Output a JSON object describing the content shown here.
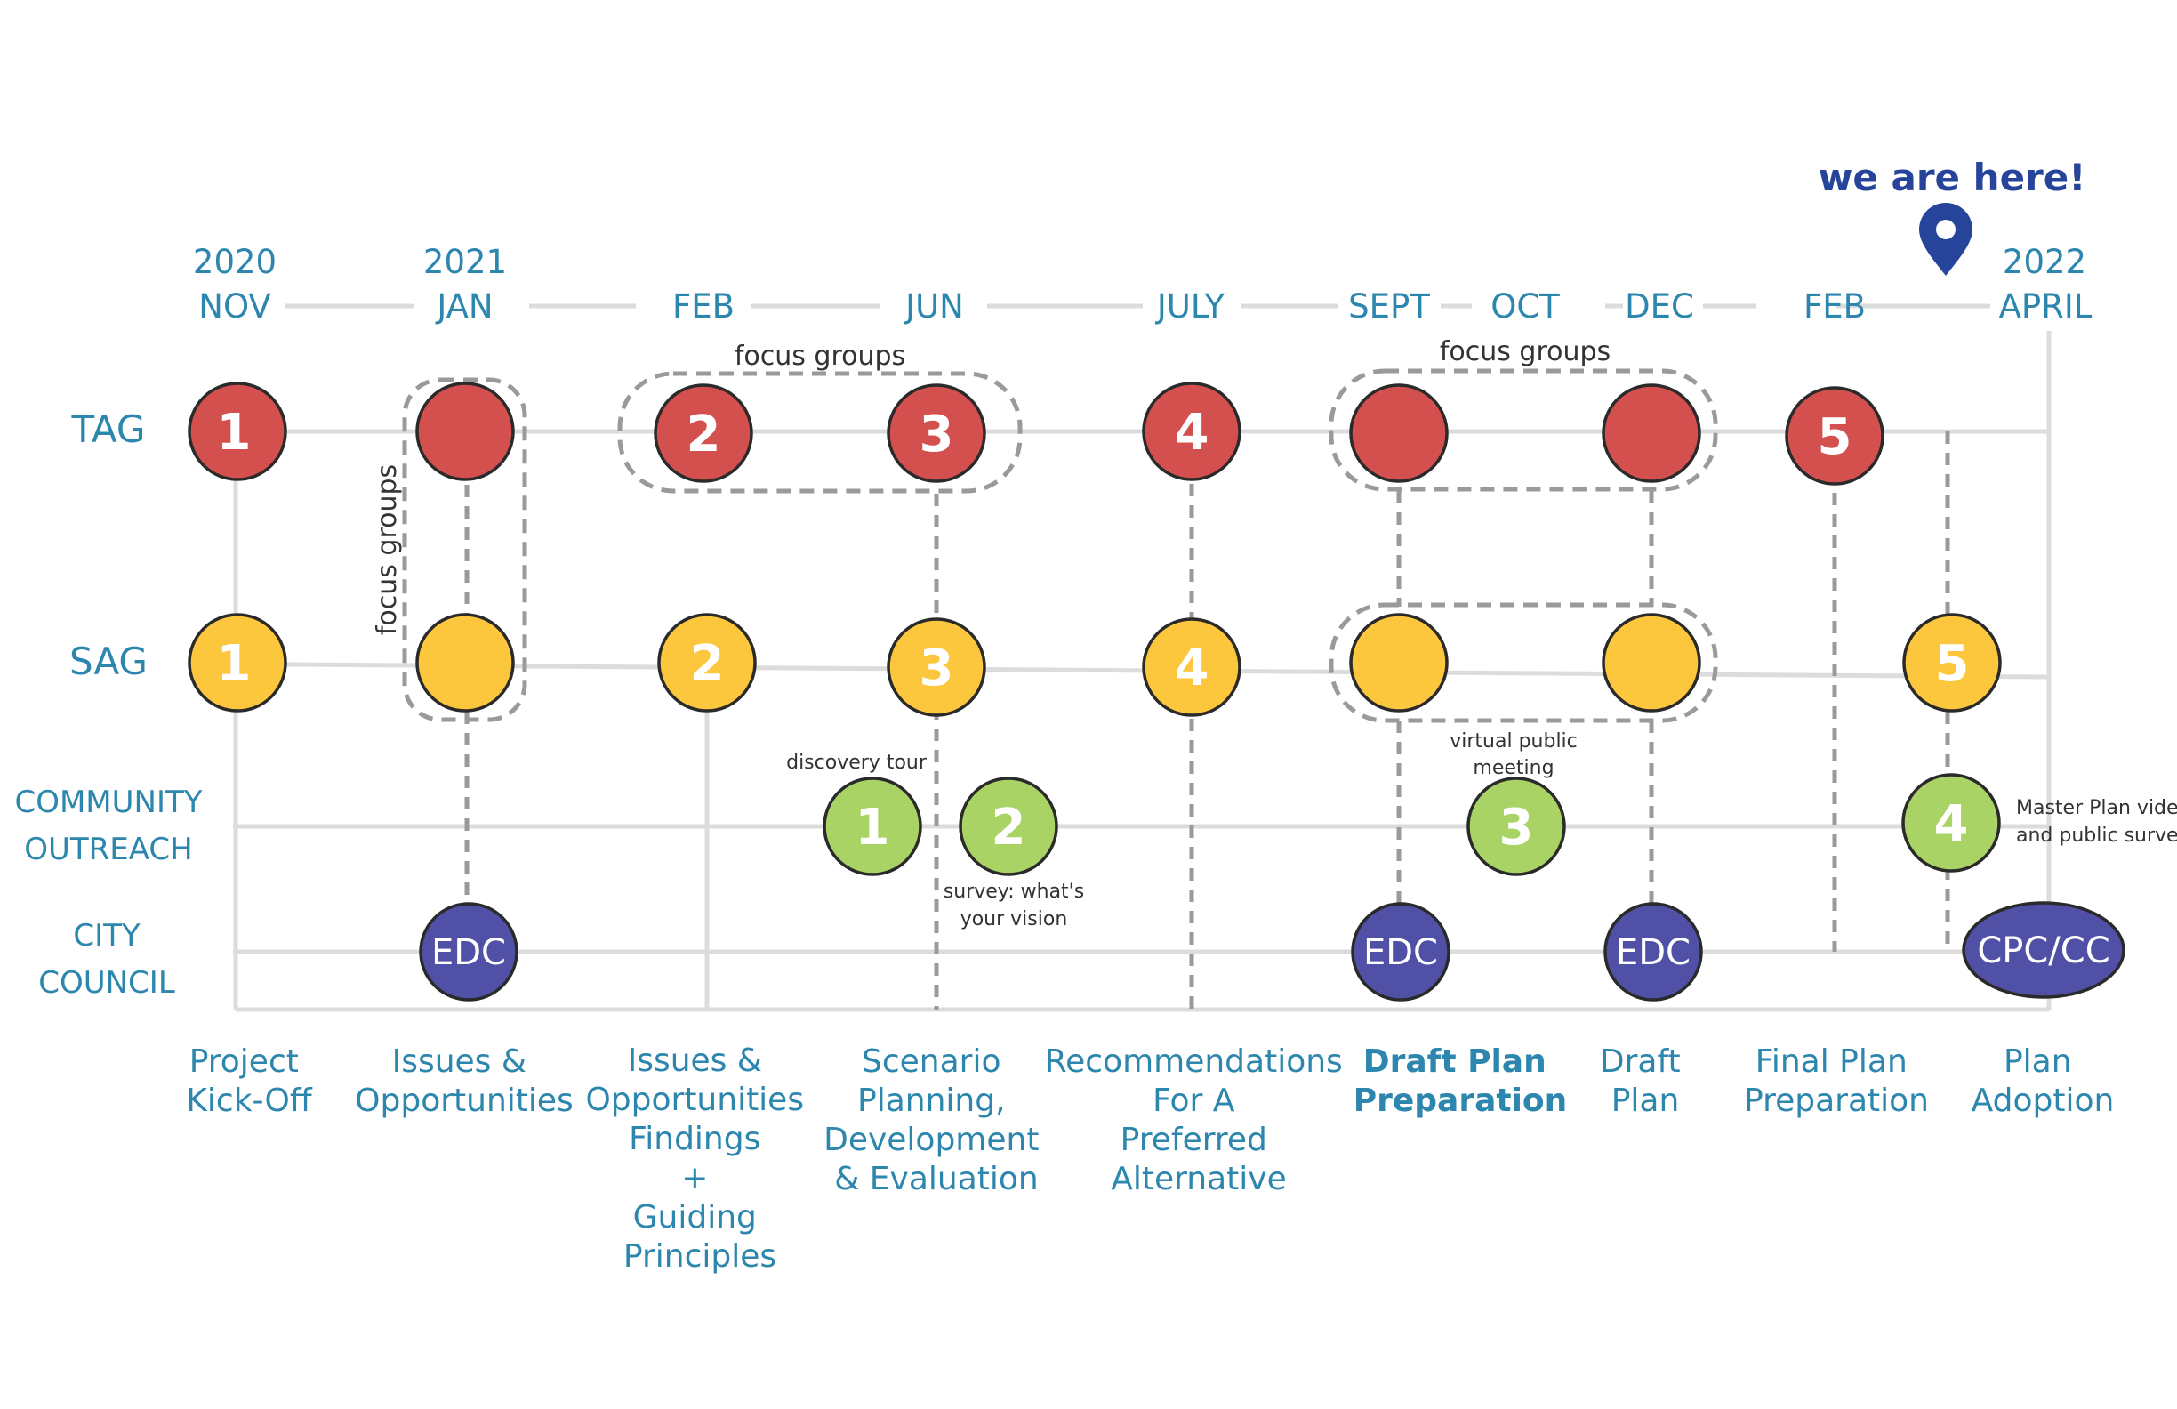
{
  "colors": {
    "tag": "#d4504f",
    "sag": "#fcc73d",
    "community": "#a9d465",
    "council": "#5050a6",
    "text": "#2c86ad",
    "pin": "#26449a"
  },
  "marker": {
    "label": "we are here!",
    "icon": "location-pin-icon"
  },
  "timeline": {
    "year_2020": "2020",
    "year_2021": "2021",
    "year_2022": "2022",
    "months": {
      "nov": "NOV",
      "jan": "JAN",
      "feb1": "FEB",
      "jun": "JUN",
      "july": "JULY",
      "sept": "SEPT",
      "oct": "OCT",
      "dec": "DEC",
      "feb2": "FEB",
      "april": "APRIL"
    }
  },
  "rows": {
    "tag": "TAG",
    "sag": "SAG",
    "community_1": "COMMUNITY",
    "community_2": "OUTREACH",
    "council_1": "CITY",
    "council_2": "COUNCIL"
  },
  "annotations": {
    "focus_groups_left": "focus groups",
    "focus_groups_mid": "focus groups",
    "focus_groups_right": "focus groups",
    "discovery_tour": "discovery tour",
    "survey_1": "survey: what's",
    "survey_2": "your vision",
    "vpm_1": "virtual public",
    "vpm_2": "meeting",
    "video_1": "Master Plan video",
    "video_2": "and public survey"
  },
  "nodes": {
    "tag_1": "1",
    "tag_2": "2",
    "tag_3": "3",
    "tag_4": "4",
    "tag_5": "5",
    "sag_1": "1",
    "sag_2": "2",
    "sag_3": "3",
    "sag_4": "4",
    "sag_5": "5",
    "co_1": "1",
    "co_2": "2",
    "co_3": "3",
    "co_4": "4",
    "cc_jan": "EDC",
    "cc_sept": "EDC",
    "cc_dec": "EDC",
    "cc_april": "CPC/CC"
  },
  "phases": {
    "p1": [
      "Project",
      "Kick-Off"
    ],
    "p2": [
      "Issues &",
      "Opportunities"
    ],
    "p3": [
      "Issues &",
      "Opportunities",
      "Findings",
      "+",
      "Guiding",
      "Principles"
    ],
    "p4": [
      "Scenario",
      "Planning,",
      "Development",
      "& Evaluation"
    ],
    "p5": [
      "Recommendations",
      "For A",
      "Preferred",
      "Alternative"
    ],
    "p6": [
      "Draft Plan",
      "Preparation"
    ],
    "p7": [
      "Draft",
      "Plan"
    ],
    "p8": [
      "Final Plan",
      "Preparation"
    ],
    "p9": [
      "Plan",
      "Adoption"
    ]
  }
}
